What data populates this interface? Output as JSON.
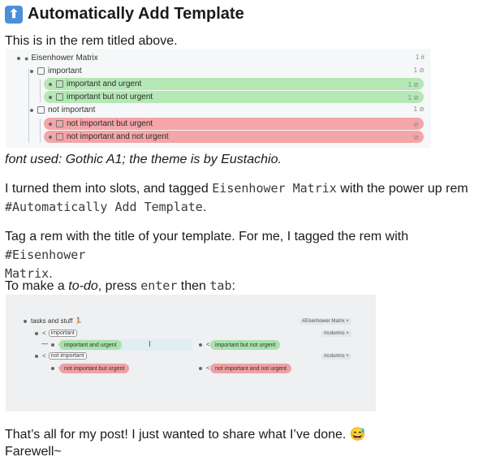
{
  "title": {
    "icon": "up-arrow-icon",
    "icon_glyph": "⬆",
    "text": "Automatically Add Template"
  },
  "intro": "This is in the rem titled above.",
  "screenshot1": {
    "root": "Eisenhower Matrix",
    "root_ref": "1 #",
    "important": "important",
    "important_ref": "1 ⊘",
    "important_and_urgent": "important and urgent",
    "important_but_not_urgent": "important but not urgent",
    "not_important": "not important",
    "not_important_ref": "1 ⊘",
    "not_important_but_urgent": "not important but urgent",
    "not_important_and_not_urgent": "not important and not urgent",
    "child_ref": "1 ⊘",
    "red_ref": "⊘"
  },
  "caption": "font used: Gothic A1; the theme is by Eustachio.",
  "para2": {
    "a": "I turned them into slots, and tagged ",
    "b": "Eisenhower Matrix",
    "c": " with the power up rem",
    "d": "#Automatically Add Template",
    "e": "."
  },
  "para3": {
    "a": "Tag a rem with the title of your template. For me, I tagged the rem with ",
    "b": "#Eisenhower",
    "c": "Matrix",
    "d": "."
  },
  "para4": {
    "a": "To make a ",
    "b": "to-do",
    "c": ", press ",
    "d": "enter",
    "e": " then ",
    "f": "tab",
    "g": ":"
  },
  "screenshot2": {
    "root": "tasks and stuff",
    "root_emoji": "🏃",
    "tag": "#Eisenhower Matrix",
    "important": "important",
    "important_and_urgent": "important and urgent",
    "important_but_not_urgent": "important but not urgent",
    "columns": "#columns",
    "not_important": "not important",
    "not_important_but_urgent": "not important but urgent",
    "not_important_and_not_urgent": "not important and not urgent",
    "cursor": "I"
  },
  "closing": {
    "line1": "That’s all for my post! I just wanted to share what I’ve done.",
    "emoji": "😅",
    "line2": "Farewell~"
  },
  "colors": {
    "green": "#b4e8b5",
    "red": "#f3a5a8",
    "icon_blue": "#4a90d9"
  }
}
